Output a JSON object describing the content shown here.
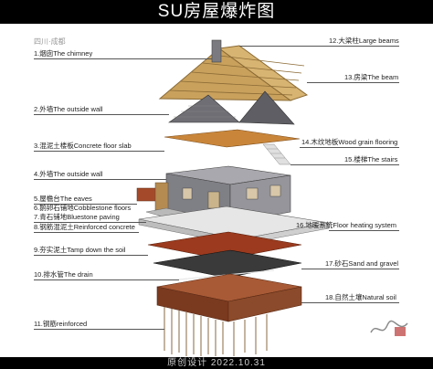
{
  "header": {
    "title": "SU房屋爆炸图"
  },
  "region_label": "四川·成都",
  "footer": {
    "caption": "原创设计 2022.10.31"
  },
  "labels_left": [
    {
      "id": "1",
      "text": "1.烟囱The chimney"
    },
    {
      "id": "2",
      "text": "2.外墙The outside wall"
    },
    {
      "id": "3",
      "text": "3.混泥土楼板Concrete floor slab"
    },
    {
      "id": "4",
      "text": "4.外墙The outside wall"
    },
    {
      "id": "5",
      "text": "5.屋檐台The eaves"
    },
    {
      "id": "6",
      "text": "6.鹅卵石铺地Cobblestone floors"
    },
    {
      "id": "7",
      "text": "7.青石铺地Bluestone paving"
    },
    {
      "id": "8",
      "text": "8.钢筋混泥土Reinforced concrete"
    },
    {
      "id": "9",
      "text": "9.夯实泥土Tamp down the soil"
    },
    {
      "id": "10",
      "text": "10.排水管The drain"
    },
    {
      "id": "11",
      "text": "11.钢筋reinforced"
    }
  ],
  "labels_right": [
    {
      "id": "12",
      "text": "12.大梁柱Large beams"
    },
    {
      "id": "13",
      "text": "13.房梁The beam"
    },
    {
      "id": "14",
      "text": "14.木纹地板Wood grain flooring"
    },
    {
      "id": "15",
      "text": "15.楼梯The stairs"
    },
    {
      "id": "16",
      "text": "16.地暖系统Floor heating system"
    },
    {
      "id": "17",
      "text": "17.砂石Sand and gravel"
    },
    {
      "id": "18",
      "text": "18.自然土壤Natural soil"
    }
  ],
  "colors": {
    "header_bg": "#000000",
    "wood": "#c9a15d",
    "brick_wall": "#8c8c92",
    "roof_gable": "#6e6e74",
    "concrete": "#d6d6d6",
    "floor_wood": "#c9863a",
    "soil_red": "#9b3a1e",
    "gravel": "#3a3a3a",
    "natural_soil": "#8b4a2b"
  }
}
